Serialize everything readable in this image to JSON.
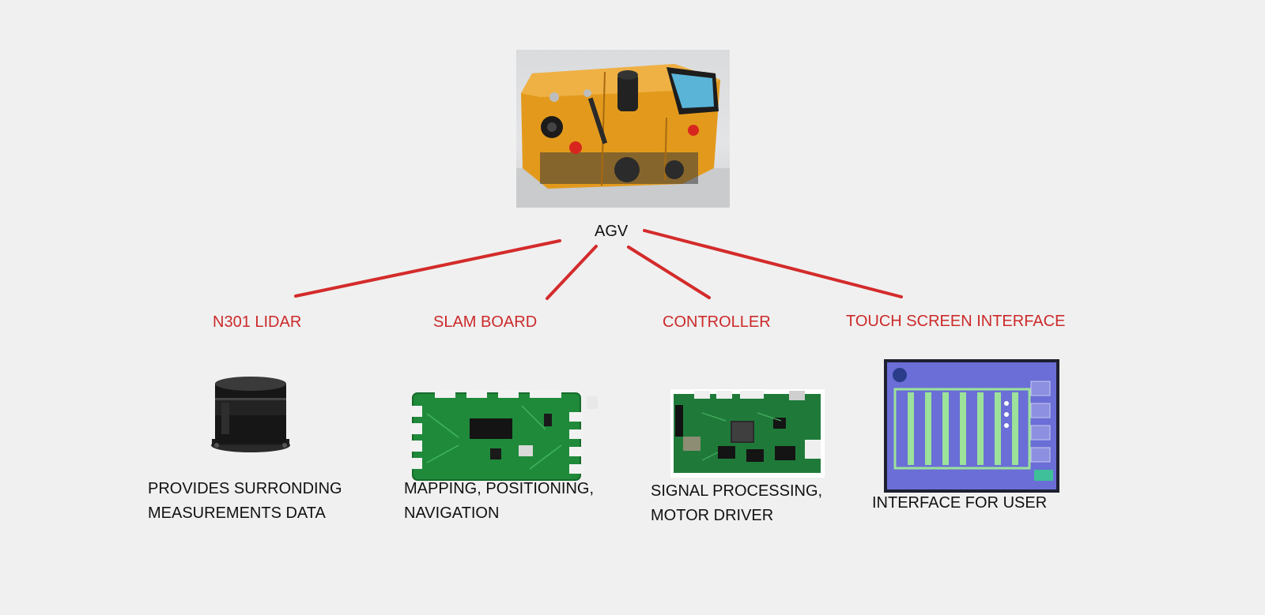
{
  "root": {
    "label": "AGV"
  },
  "components": [
    {
      "title": "N301 LIDAR",
      "desc_lines": [
        "PROVIDES SURRONDING",
        "MEASUREMENTS DATA"
      ]
    },
    {
      "title": "SLAM BOARD",
      "desc_lines": [
        "MAPPING, POSITIONING,",
        "NAVIGATION"
      ]
    },
    {
      "title": "CONTROLLER",
      "desc_lines": [
        "SIGNAL PROCESSING,",
        "MOTOR DRIVER"
      ]
    },
    {
      "title": "TOUCH SCREEN INTERFACE",
      "desc_lines": [
        "INTERFACE FOR USER"
      ]
    }
  ],
  "colors": {
    "connector": "#d42b2b",
    "component_title": "#cc2a2a",
    "text": "#111111",
    "background": "#f0f0f0"
  },
  "icons": {
    "agv": "agv-robot-photo",
    "lidar": "lidar-sensor-photo",
    "slam": "circuit-board-photo",
    "controller": "circuit-board-photo",
    "touch": "touch-screen-photo"
  }
}
